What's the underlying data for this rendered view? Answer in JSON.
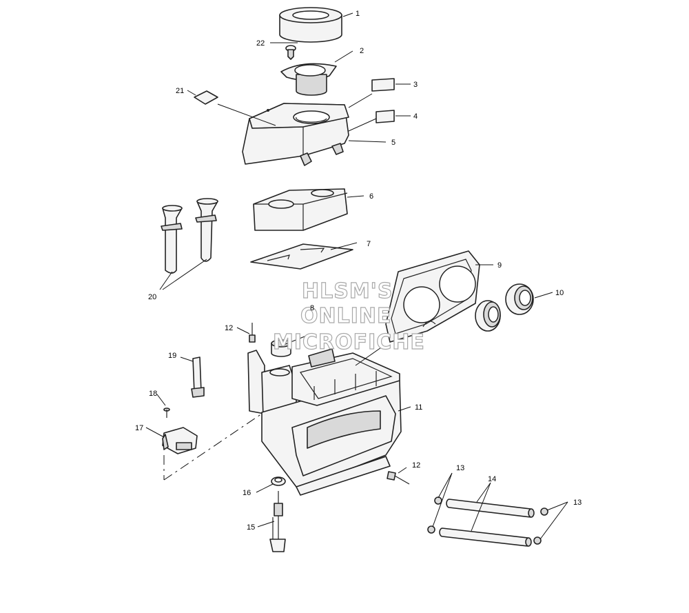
{
  "watermark": {
    "line1": "HLSM'S",
    "line2": "ONLINE",
    "line3": "MICROFICHE"
  },
  "callouts": {
    "c1": "1",
    "c2": "2",
    "c3": "3",
    "c4": "4",
    "c5": "5",
    "c6": "6",
    "c7": "7",
    "c8": "8",
    "c9": "9",
    "c10": "10",
    "c11": "11",
    "c12a": "12",
    "c12b": "12",
    "c13a": "13",
    "c13b": "13",
    "c14": "14",
    "c15": "15",
    "c16": "16",
    "c17": "17",
    "c18": "18",
    "c19": "19",
    "c20": "20",
    "c21": "21",
    "c22": "22"
  }
}
